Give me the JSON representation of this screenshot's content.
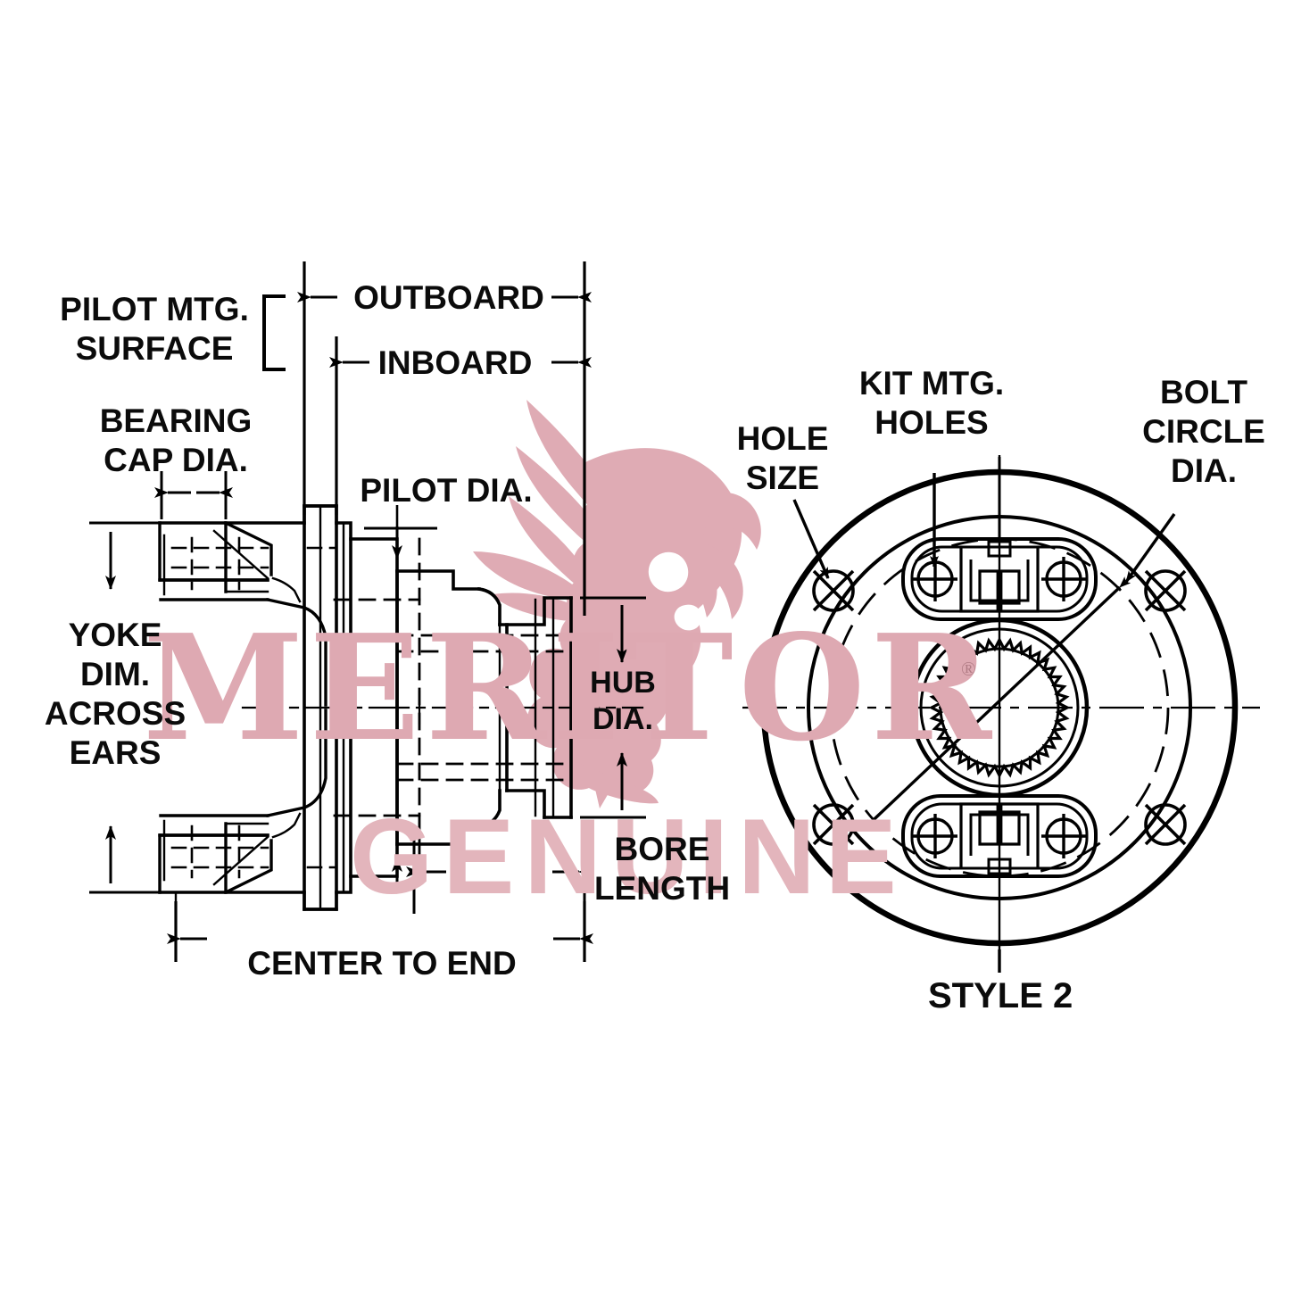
{
  "drawing": {
    "title": "Driveline Yoke Technical Drawing",
    "style_label": "STYLE 2"
  },
  "callouts": {
    "pilot_mtg_surface": "PILOT MTG.\nSURFACE",
    "outboard": "OUTBOARD",
    "inboard": "INBOARD",
    "bearing_cap_dia": "BEARING\nCAP DIA.",
    "pilot_dia": "PILOT DIA.",
    "yoke_dim_across_ears": "YOKE\nDIM.\nACROSS\nEARS",
    "hub_dia": "HUB\nDIA.",
    "bore_length": "BORE\nLENGTH",
    "center_to_end": "CENTER TO END",
    "hole_size": "HOLE\nSIZE",
    "kit_mtg_holes": "KIT MTG.\nHOLES",
    "bolt_circle_dia": "BOLT\nCIRCLE\nDIA."
  },
  "watermark": {
    "brand": "MERITOR",
    "brand_suffix": "GENUINE",
    "registered_mark": "®",
    "logo_name": "meritor-bull-logo",
    "color": "#dea9b2",
    "color_light": "#e3b5bc"
  },
  "colors": {
    "line": "#000000",
    "text": "#0b0b0b",
    "background": "#ffffff",
    "watermark": "#dea9b2"
  },
  "chart_data": {
    "type": "table",
    "title": "Driveline Yoke Dimension Callouts",
    "categories": [
      "PILOT MTG. SURFACE",
      "OUTBOARD",
      "INBOARD",
      "BEARING CAP DIA.",
      "PILOT DIA.",
      "YOKE DIM. ACROSS EARS",
      "HUB DIA.",
      "BORE LENGTH",
      "CENTER TO END",
      "HOLE SIZE",
      "KIT MTG. HOLES",
      "BOLT CIRCLE DIA."
    ],
    "values": [],
    "xlabel": "",
    "ylabel": ""
  }
}
